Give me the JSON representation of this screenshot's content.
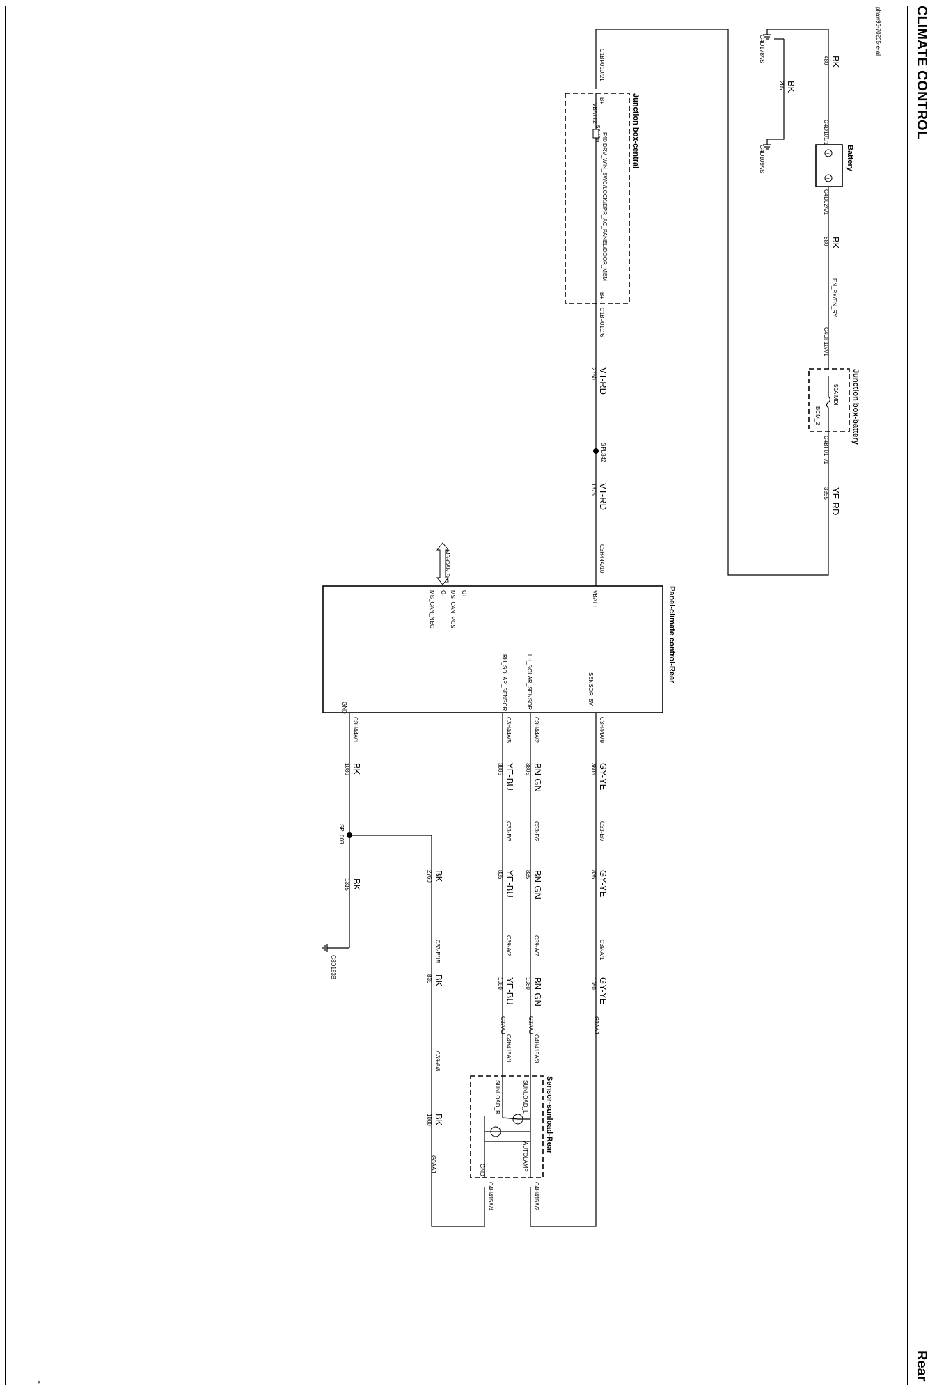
{
  "header": {
    "title": "CLIMATE CONTROL",
    "doc_id": "phaw93-70205-e-all",
    "footer_right": "Rear",
    "footer_mark": "x"
  },
  "components": {
    "battery": {
      "name": "Battery",
      "neg": "C4D101/1",
      "pos": "C4D02A/1",
      "neg_sym": "−",
      "pos_sym": "+"
    },
    "jb_battery": {
      "name": "Junction box-battery",
      "fuse": "50A MDI",
      "circuit": "BCM_2",
      "in": "C4DF10A/1",
      "out": "C4BF01F/1"
    },
    "jb_central": {
      "name": "Junction box-central",
      "fuse": "F40",
      "rating": "5A Mini",
      "circuit": "DRV_WIN_SWC/LOCK/DPR_AC_PANEL/DOOR_MEM",
      "left_pin": "B+",
      "right_pin": "B+",
      "vbatt": "VBATT2",
      "left_conn": "C1BP01D/21",
      "right_conn": "C1BP01C/6"
    },
    "panel": {
      "name": "Panel-climate control-Rear",
      "vbatt": "VBATT",
      "gnd": "GND",
      "can_pos": "MS_CAN_POS",
      "can_neg": "MS_CAN_NEG",
      "c_plus": "C+",
      "c_minus": "C-",
      "can_tag": "MS-CAN Bus",
      "sensor5v": "SENSOR_5V",
      "lh_solar": "LH_SOLAR_SENSOR",
      "rh_solar": "RH_SOLAR_SENSOR"
    },
    "sunload": {
      "name": "Sensor-sunload-Rear",
      "l": "SUNLOAD_L",
      "r": "SUNLOAD_R",
      "auto": "AUTOLAMP",
      "gnd": "GND",
      "c_l": "C4H415A/3",
      "c_r": "C4H415A/1",
      "c_auto": "C4H415A/2",
      "c_gnd": "C4H415A/4"
    }
  },
  "wires": {
    "bk480": {
      "color": "BK",
      "gauge": "480"
    },
    "bk285": {
      "color": "BK",
      "gauge": "285"
    },
    "bk680": {
      "color": "BK",
      "gauge": "680"
    },
    "enrx": {
      "label": "EN_RX/EN_RY"
    },
    "yerd3355": {
      "color": "YE-RD",
      "gauge": "3355"
    },
    "vtrd2750": {
      "color": "VT-RD",
      "gauge": "2750"
    },
    "vtrd1375": {
      "color": "VT-RD",
      "gauge": "1375"
    },
    "vbatt_conn": "C3H44A/10",
    "splice1": "SPL342",
    "ground1": "G4D178AS",
    "ground2": "G4D109AS"
  },
  "lower": {
    "gyye_conn": "C3H44A/9",
    "bngn_conn": "C3H44A/2",
    "yebu_conn": "C3H44A/5",
    "gnd_conn": "C3H44A/1",
    "gyye1": {
      "color": "GY-YE",
      "gauge": "3805"
    },
    "bngn1": {
      "color": "BN-GN",
      "gauge": "3805"
    },
    "yebu1": {
      "color": "YE-BU",
      "gauge": "3805"
    },
    "bk1": {
      "color": "BK",
      "gauge": "1080"
    },
    "c_gyye": "C33-E/7",
    "c_bngn": "C33-E/2",
    "c_yebu": "C33-E/3",
    "splice2": "SPL003",
    "gyye2": {
      "color": "GY-YE",
      "gauge": "835"
    },
    "bngn2": {
      "color": "BN-GN",
      "gauge": "835"
    },
    "yebu2": {
      "color": "YE-BU",
      "gauge": "835"
    },
    "bk2": {
      "color": "BK",
      "gauge": "1315"
    },
    "bk3": {
      "color": "BK",
      "gauge": "2760"
    },
    "c2_gyye": "C39-A/1",
    "c2_bngn": "C39-A/7",
    "c2_yebu": "C39-A/2",
    "c2_bk": "C33-E/15",
    "gyye3": {
      "color": "GY-YE",
      "gauge": "1080"
    },
    "bngn3": {
      "color": "BN-GN",
      "gauge": "1080"
    },
    "yebu3": {
      "color": "YE-BU",
      "gauge": "1080"
    },
    "bk4": {
      "color": "BK",
      "gauge": "835"
    },
    "bk5": {
      "color": "BK",
      "gauge": "1080"
    },
    "c3_bk": "C39-A/8",
    "ground3": "G3D183B",
    "g3aaj1": "G3AAJ",
    "g3aaj2": "G3AAJ",
    "g3aaj3": "G3AAJ",
    "g3aaj4": "G3AAJ"
  }
}
